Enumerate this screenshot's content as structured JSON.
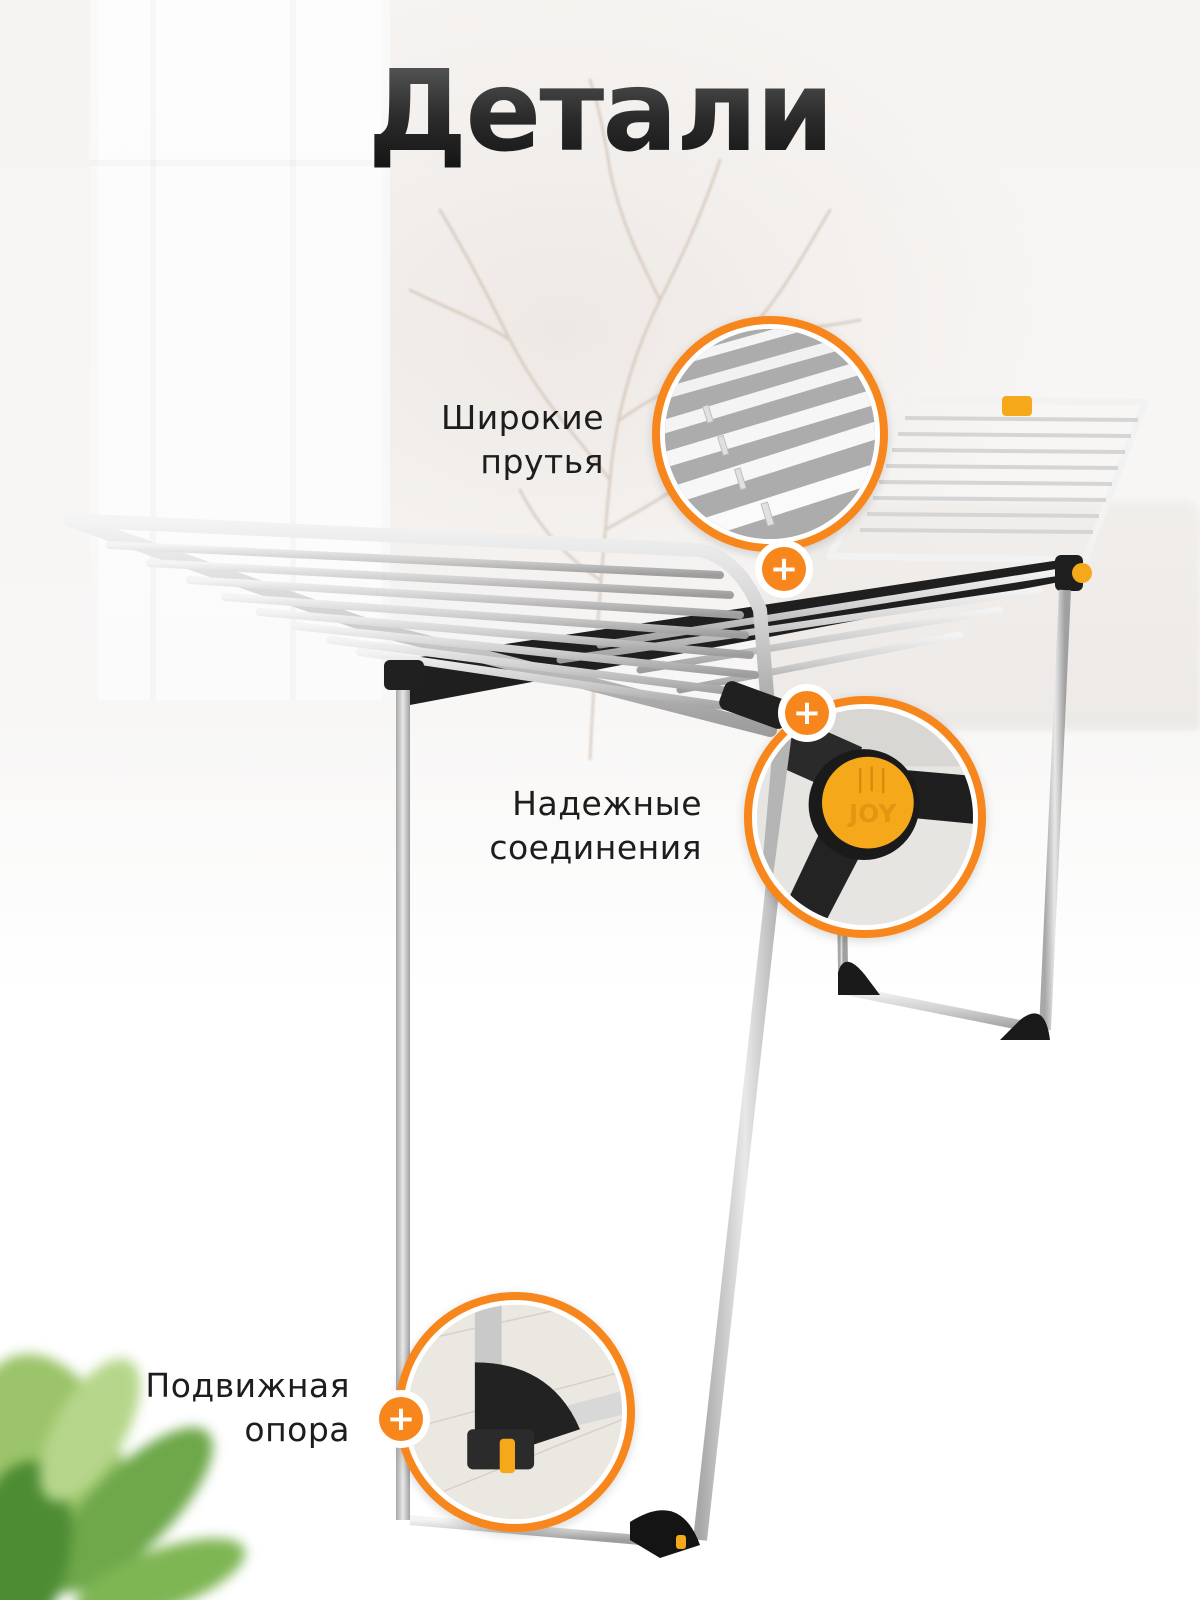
{
  "header": {
    "title": "Детали"
  },
  "colors": {
    "accent": "#f7861c",
    "joint_cap": "#f6a81b",
    "frame": "#d9d9d9",
    "plastic": "#1e1e1e",
    "text": "#1d1d1d"
  },
  "callouts": [
    {
      "id": "wide-rods",
      "line1": "Широкие",
      "line2": "прутья",
      "button_icon": "plus-icon",
      "button_symbol": "+"
    },
    {
      "id": "reliable-joints",
      "line1": "Надежные",
      "line2": "соединения",
      "button_icon": "plus-icon",
      "button_symbol": "+",
      "brand_mark": "JOY"
    },
    {
      "id": "movable-support",
      "line1": "Подвижная",
      "line2": "опора",
      "button_icon": "plus-icon",
      "button_symbol": "+"
    }
  ]
}
